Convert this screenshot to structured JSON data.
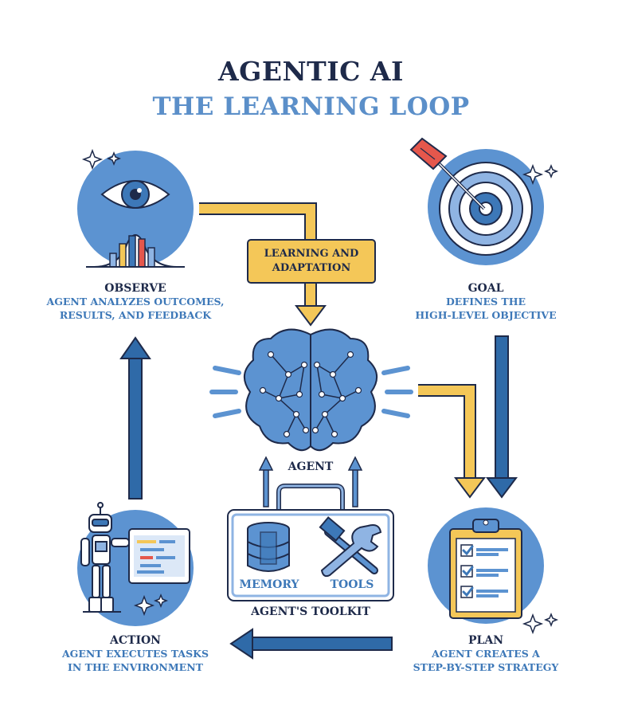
{
  "title": "AGENTIC AI",
  "subtitle": "THE LEARNING LOOP",
  "center_box": {
    "line1": "LEARNING AND",
    "line2": "ADAPTATION"
  },
  "nodes": {
    "observe": {
      "label": "OBSERVE",
      "desc1": "AGENT ANALYZES OUTCOMES,",
      "desc2": "RESULTS, AND FEEDBACK"
    },
    "goal": {
      "label": "GOAL",
      "desc1": "DEFINES THE",
      "desc2": "HIGH-LEVEL OBJECTIVE"
    },
    "agent": {
      "label": "AGENT"
    },
    "action": {
      "label": "ACTION",
      "desc1": "AGENT EXECUTES TASKS",
      "desc2": "IN THE ENVIRONMENT"
    },
    "plan": {
      "label": "PLAN",
      "desc1": "AGENT CREATES A",
      "desc2": "STEP-BY-STEP STRATEGY"
    }
  },
  "toolkit": {
    "label": "AGENT'S TOOLKIT",
    "memory": "MEMORY",
    "tools": "TOOLS"
  },
  "colors": {
    "navy": "#1e2a4a",
    "blue": "#3d78b8",
    "light_blue": "#8fb4e3",
    "yellow": "#f4c758",
    "arrow_blue": "#2f6aa8"
  },
  "icons": [
    "eye-icon",
    "bell-curve-chart-icon",
    "target-icon",
    "arrow-icon",
    "brain-icon",
    "robot-icon",
    "screen-icon",
    "clipboard-checklist-icon",
    "database-icon",
    "hammer-wrench-icon",
    "sparkle-icon"
  ]
}
